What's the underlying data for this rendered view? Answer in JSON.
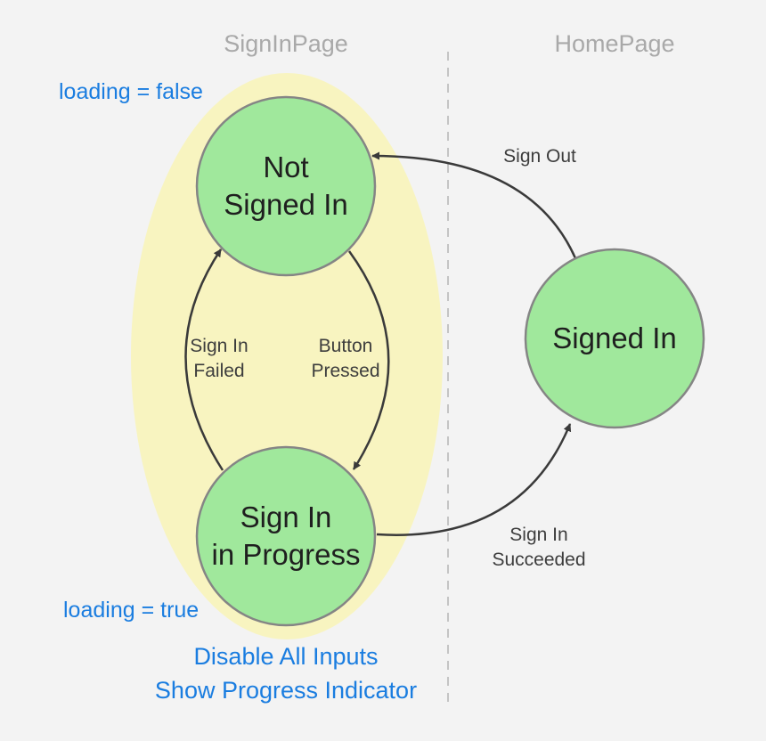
{
  "sections": {
    "left": "SignInPage",
    "right": "HomePage"
  },
  "states": {
    "not_signed_in": "Not\nSigned In",
    "in_progress": "Sign In\nin Progress",
    "signed_in": "Signed In"
  },
  "transitions": {
    "button_pressed": "Button\nPressed",
    "sign_in_failed": "Sign In\nFailed",
    "sign_out": "Sign Out",
    "sign_in_succeeded": "Sign In\nSucceeded"
  },
  "annotations": {
    "loading_false": "loading = false",
    "loading_true": "loading = true",
    "disable_inputs": "Disable All Inputs",
    "show_progress": "Show Progress Indicator"
  },
  "colors": {
    "state_fill": "#a0e89c",
    "state_stroke": "#858585",
    "highlight": "#f8f4c0",
    "annotation": "#1a7de0"
  }
}
